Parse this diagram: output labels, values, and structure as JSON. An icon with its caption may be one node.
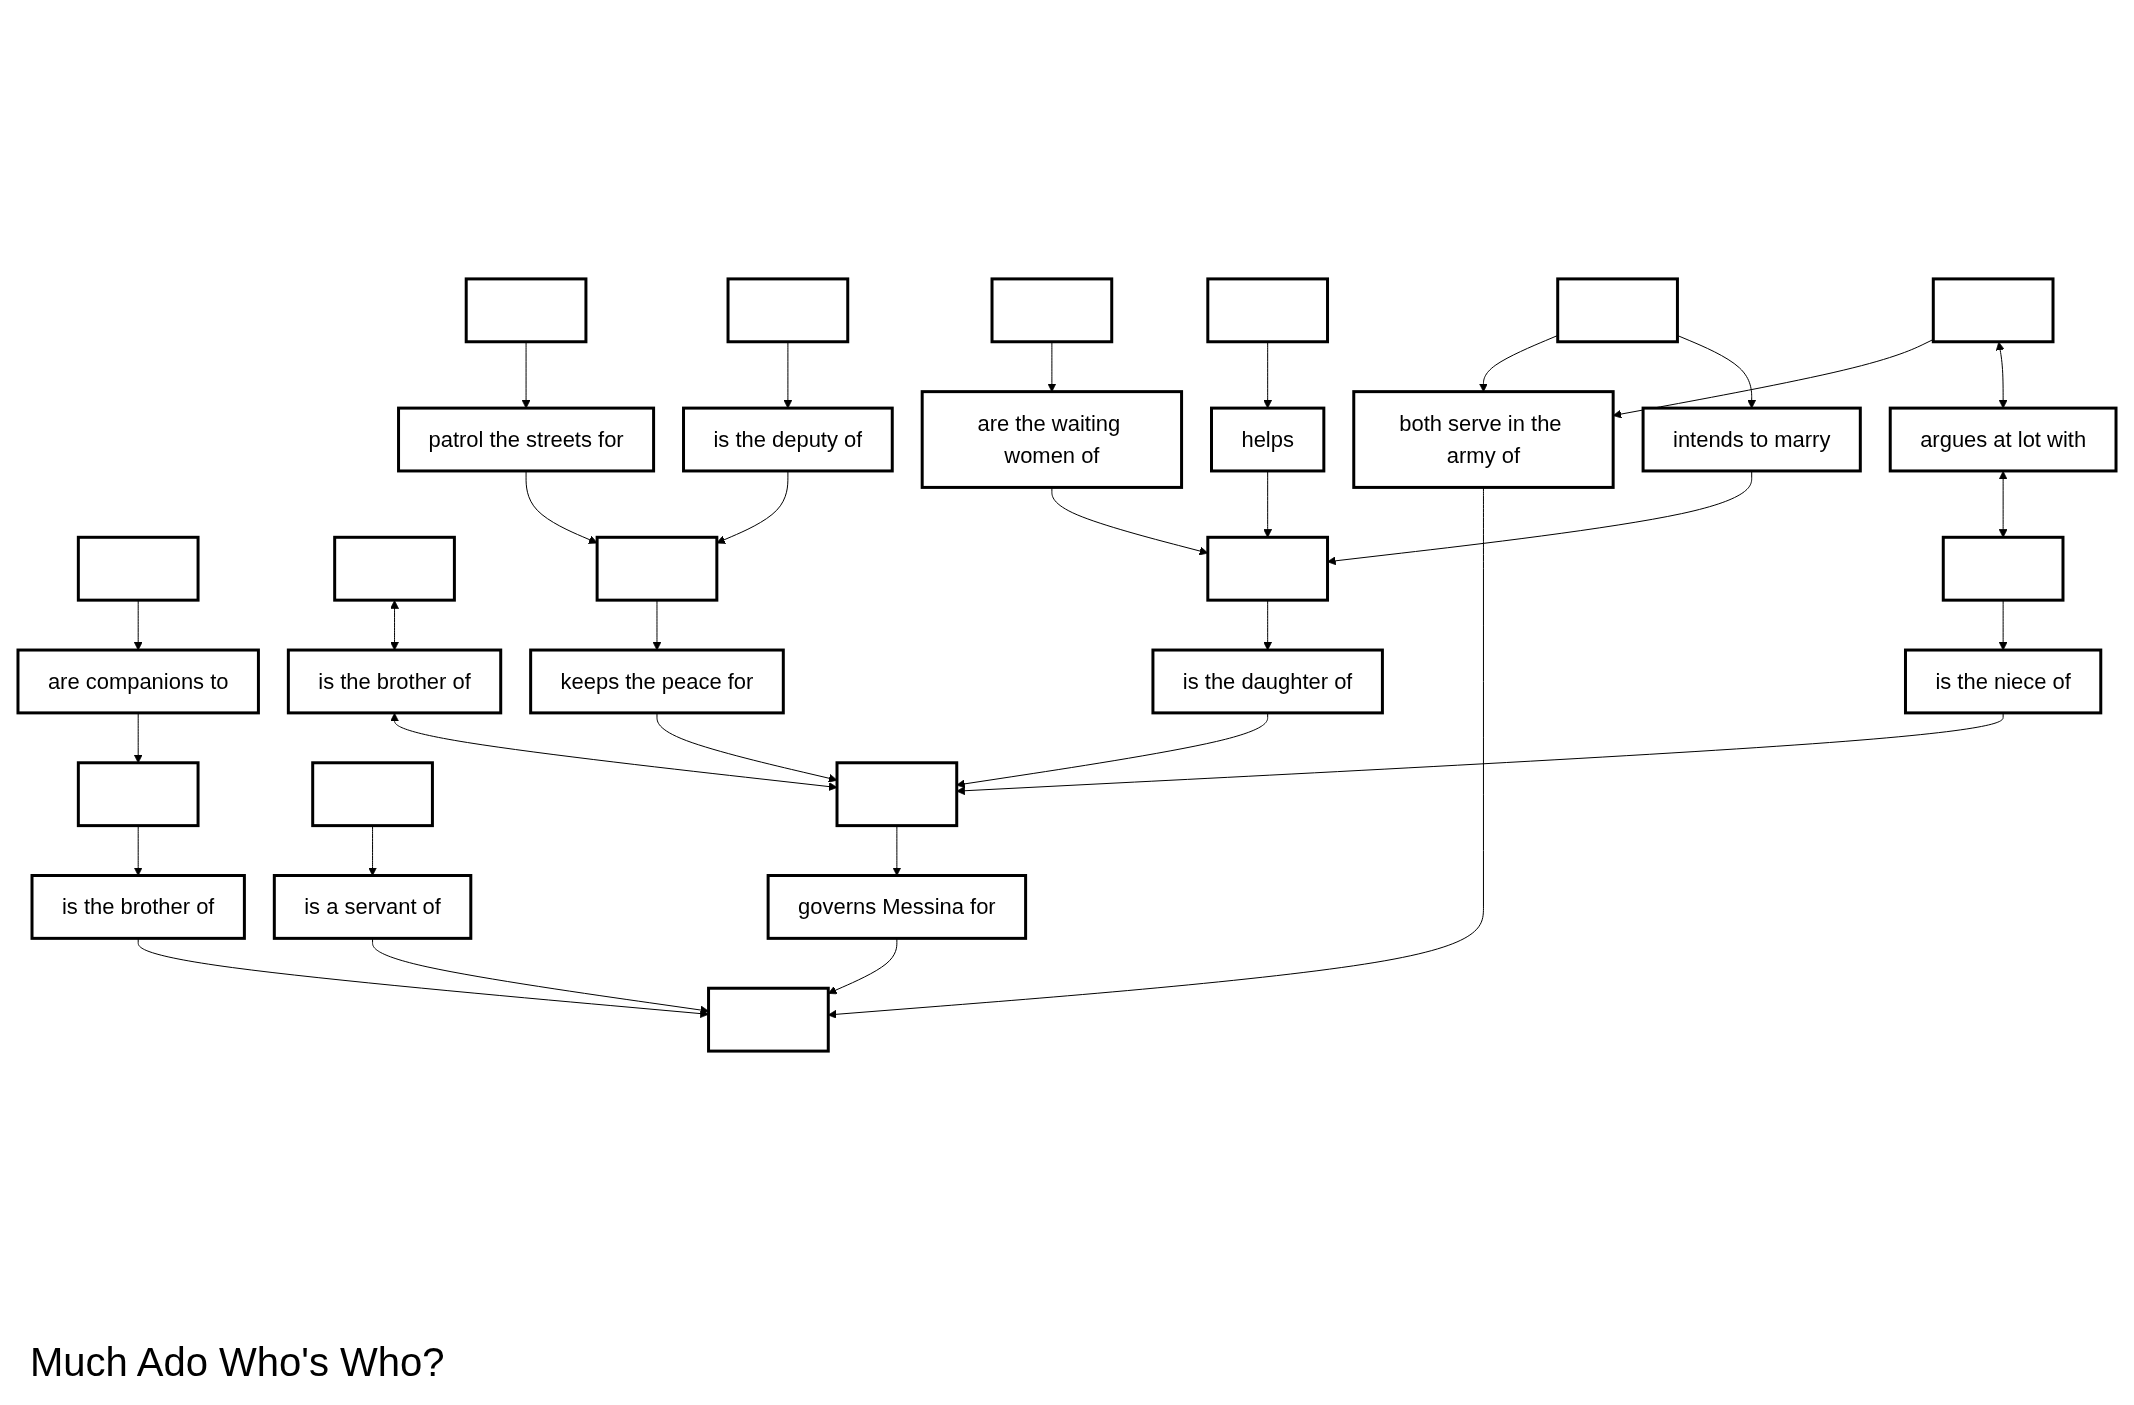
{
  "diagram": {
    "title": "Much Ado Who's Who?",
    "nodes": [
      {
        "text": [],
        "shape": "box"
      },
      {
        "text": [
          "are companions to"
        ]
      },
      {
        "text": [],
        "shape": "box"
      },
      {
        "text": [
          "is the brother of"
        ]
      },
      {
        "text": [],
        "shape": "box"
      },
      {
        "text": [],
        "shape": "box"
      },
      {
        "text": [
          "patrol the streets for"
        ]
      },
      {
        "text": [],
        "shape": "box"
      },
      {
        "text": [
          "is a servant of"
        ]
      },
      {
        "text": [],
        "shape": "box"
      },
      {
        "text": [
          "is the brother of"
        ]
      },
      {
        "text": [],
        "shape": "box"
      },
      {
        "text": [
          "governs Messina for"
        ]
      },
      {
        "text": [
          "both serve in the army of"
        ]
      },
      {
        "text": [
          "keeps the peace for"
        ]
      },
      {
        "text": [],
        "shape": "box"
      },
      {
        "text": [
          "is the deputy of"
        ]
      },
      {
        "text": [],
        "shape": "box"
      },
      {
        "text": [],
        "shape": "box"
      },
      {
        "text": [
          "is the daughter of"
        ]
      },
      {
        "text": [],
        "shape": "box"
      },
      {
        "text": [
          "intends to marry"
        ]
      },
      {
        "text": [
          "argues at lot with"
        ]
      },
      {
        "text": [],
        "shape": "box"
      },
      {
        "text": [
          "is the niece of"
        ]
      },
      {
        "text": [
          "are the waiting women of"
        ]
      },
      {
        "text": [
          "helps"
        ]
      },
      {
        "text": [],
        "shape": "box"
      },
      {
        "text": [],
        "shape": "box"
      },
      {
        "text": [],
        "shape": "box"
      }
    ],
    "edges": [
      {
        "from": 0,
        "to": 1,
        "arrow": "to"
      },
      {
        "from": 1,
        "to": 2,
        "arrow": "to"
      },
      {
        "from": 2,
        "to": 3,
        "arrow": "to"
      },
      {
        "from": 3,
        "to": 9,
        "arrow": "to"
      },
      {
        "from": 7,
        "to": 8,
        "arrow": "to"
      },
      {
        "from": 8,
        "to": 9,
        "arrow": "to"
      },
      {
        "from": 4,
        "to": 6,
        "arrow": "to"
      },
      {
        "from": 6,
        "to": 11,
        "arrow": "to"
      },
      {
        "from": 5,
        "to": 10,
        "arrow": "both"
      },
      {
        "from": 10,
        "to": 15,
        "arrow": "both"
      },
      {
        "from": 15,
        "to": 12,
        "arrow": "to"
      },
      {
        "from": 12,
        "to": 9,
        "arrow": "to"
      },
      {
        "from": 13,
        "to": 9,
        "arrow": "to"
      },
      {
        "from": 17,
        "to": 13,
        "arrow": "to"
      },
      {
        "from": 18,
        "to": 13,
        "arrow": "to"
      },
      {
        "from": 11,
        "to": 14,
        "arrow": "to"
      },
      {
        "from": 14,
        "to": 15,
        "arrow": "to"
      },
      {
        "from": 16,
        "to": 11,
        "arrow": "to"
      },
      {
        "from": 20,
        "to": 16,
        "arrow": "to"
      },
      {
        "from": 19,
        "to": 15,
        "arrow": "to"
      },
      {
        "from": 23,
        "to": 19,
        "arrow": "to"
      },
      {
        "from": 17,
        "to": 22,
        "arrow": "both"
      },
      {
        "from": 22,
        "to": 27,
        "arrow": "both"
      },
      {
        "from": 27,
        "to": 24,
        "arrow": "to"
      },
      {
        "from": 24,
        "to": 15,
        "arrow": "to"
      },
      {
        "from": 18,
        "to": 21,
        "arrow": "to"
      },
      {
        "from": 21,
        "to": 23,
        "arrow": "to"
      },
      {
        "from": 28,
        "to": 25,
        "arrow": "to"
      },
      {
        "from": 25,
        "to": 23,
        "arrow": "to"
      },
      {
        "from": 29,
        "to": 26,
        "arrow": "to"
      },
      {
        "from": 26,
        "to": 23,
        "arrow": "to"
      }
    ]
  }
}
